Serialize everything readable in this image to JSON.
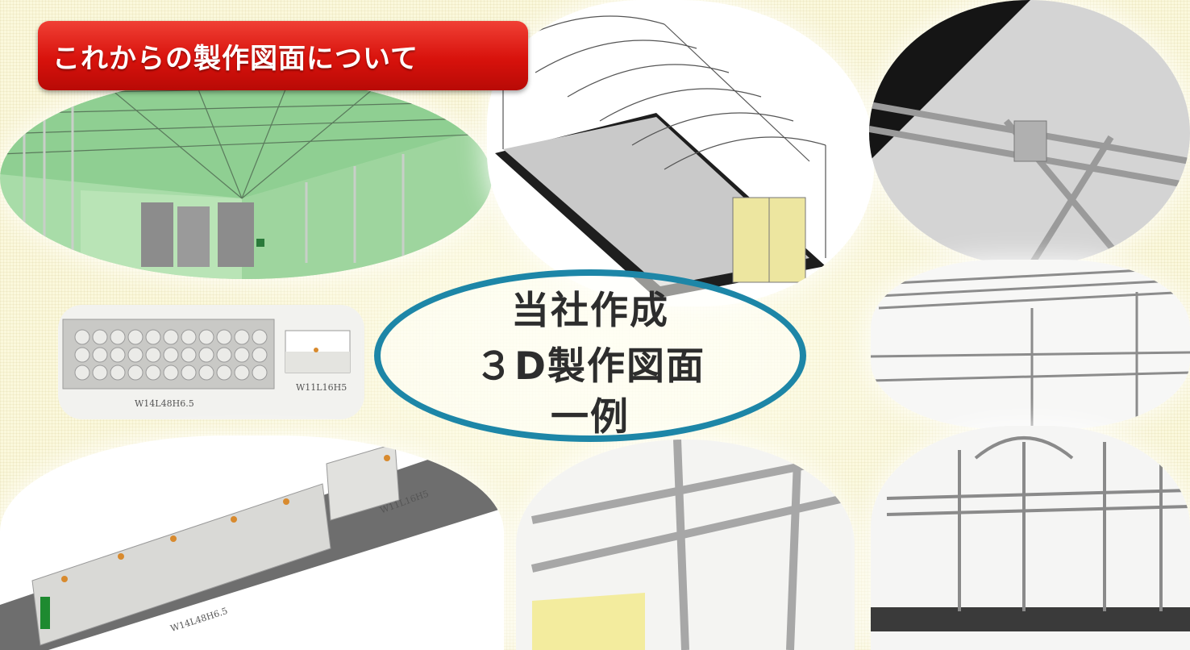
{
  "header": {
    "title": "これからの製作図面について"
  },
  "center_label": {
    "line1": "当社作成",
    "line2": "３D製作図面",
    "line3": "一例"
  },
  "drawing_labels": {
    "plan_large": "W14L48H6.5",
    "plan_small": "W11L16H5",
    "iso_small": "W11L16H5",
    "iso_large": "W14L48H6.5"
  },
  "colors": {
    "banner_red": "#d8120c",
    "ellipse_blue": "#1d86a7",
    "background_cream": "#fbf8dc",
    "interior_green": "#9fd7a0",
    "door_yellow": "#ede6a0"
  }
}
